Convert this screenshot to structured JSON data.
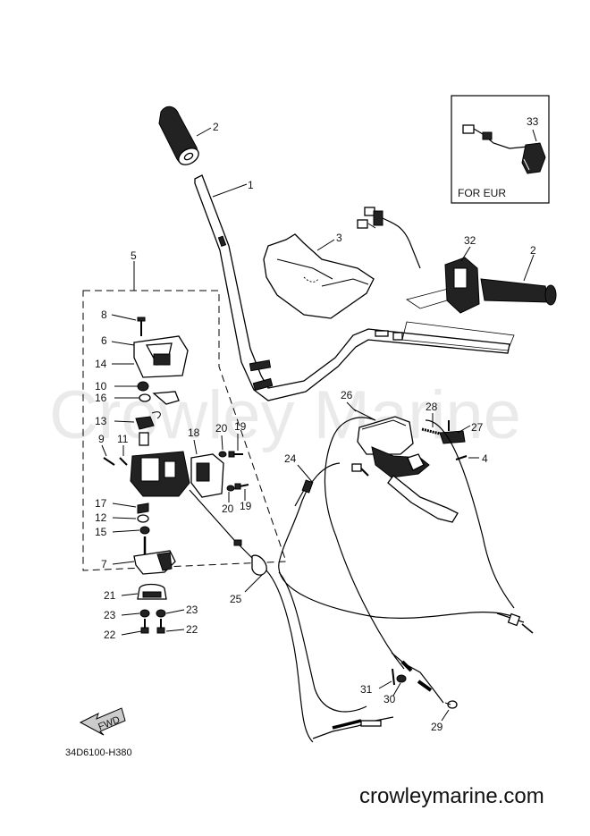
{
  "watermark": "Crowley Marine",
  "site": "crowleymarine.com",
  "drawing_code": "34D6100-H380",
  "inset_label": "FOR EUR",
  "fwd_label": "FWD",
  "callouts": {
    "c1": "1",
    "c2a": "2",
    "c2b": "2",
    "c3": "3",
    "c4": "4",
    "c5": "5",
    "c6": "6",
    "c7": "7",
    "c8": "8",
    "c9": "9",
    "c10": "10",
    "c11": "11",
    "c12": "12",
    "c13": "13",
    "c14": "14",
    "c15": "15",
    "c16": "16",
    "c17": "17",
    "c18": "18",
    "c19a": "19",
    "c19b": "19",
    "c20a": "20",
    "c20b": "20",
    "c21": "21",
    "c22a": "22",
    "c22b": "22",
    "c23a": "23",
    "c23b": "23",
    "c24": "24",
    "c25": "25",
    "c26": "26",
    "c27": "27",
    "c28": "28",
    "c29": "29",
    "c30": "30",
    "c31": "31",
    "c32": "32",
    "c33": "33"
  },
  "colors": {
    "line": "#000000",
    "watermark": "#d9d9d9",
    "background": "#ffffff"
  }
}
